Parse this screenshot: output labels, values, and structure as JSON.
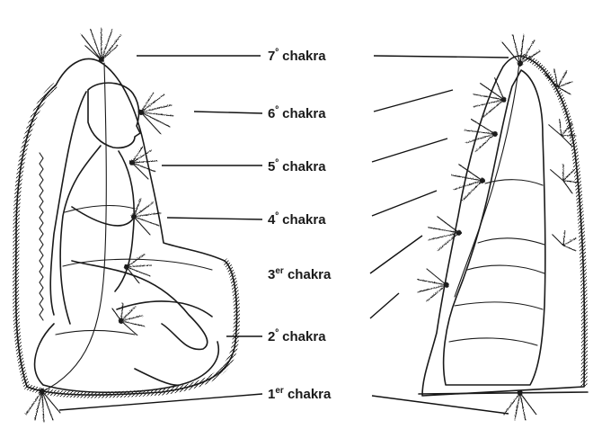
{
  "labels": [
    {
      "id": "chakra7",
      "number": "7",
      "ordinal": "º",
      "word": "chakra"
    },
    {
      "id": "chakra6",
      "number": "6",
      "ordinal": "º",
      "word": "chakra"
    },
    {
      "id": "chakra5",
      "number": "5",
      "ordinal": "º",
      "word": "chakra"
    },
    {
      "id": "chakra4",
      "number": "4",
      "ordinal": "º",
      "word": "chakra"
    },
    {
      "id": "chakra3",
      "number": "3",
      "ordinal": "er",
      "word": "chakra"
    },
    {
      "id": "chakra2",
      "number": "2",
      "ordinal": "º",
      "word": "chakra"
    },
    {
      "id": "chakra1",
      "number": "1",
      "ordinal": "er",
      "word": "chakra"
    }
  ],
  "colors": {
    "ink": "#1a1a1a",
    "paper": "#ffffff"
  },
  "icons": {
    "energy_vortex": "chakra-vortex-icon"
  }
}
